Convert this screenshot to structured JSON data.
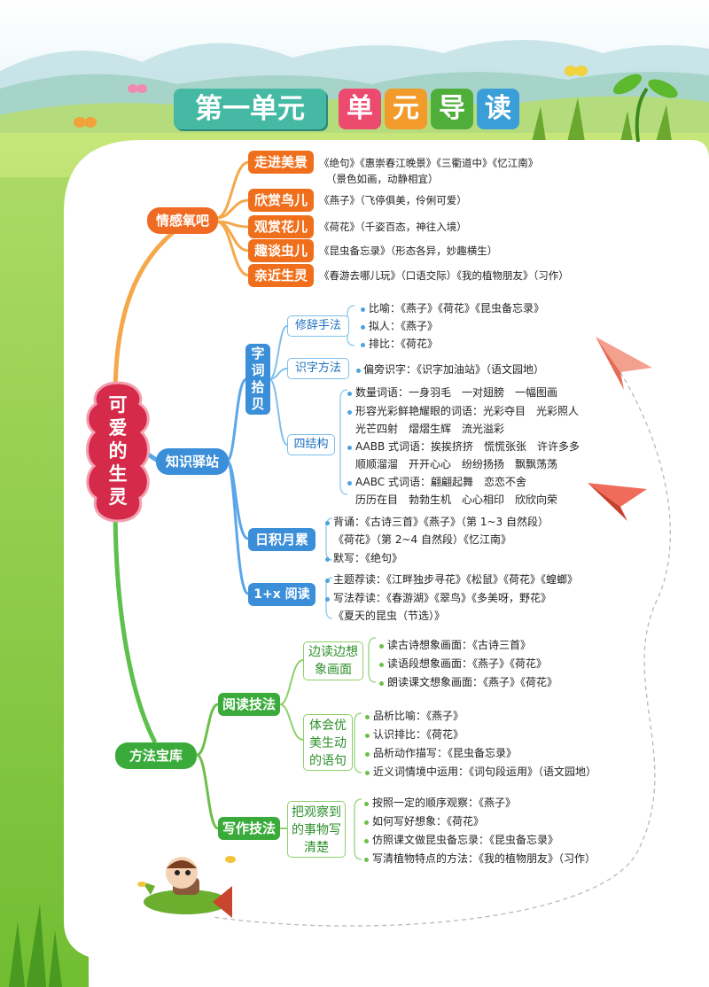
{
  "header": {
    "unit": "第一单元",
    "guide_chars": [
      "单",
      "元",
      "导",
      "读"
    ]
  },
  "root": {
    "label": "可爱的生灵"
  },
  "colors": {
    "orange": "#f06f1c",
    "blue": "#3b8ed8",
    "green": "#3aab3a",
    "root_red": "#d62a4a",
    "bullet_blue": "#4da3e0",
    "bullet_green": "#6cc04a"
  },
  "emotion": {
    "label": "情感氧吧",
    "items": [
      {
        "label": "走进美景",
        "text": "《绝句》《惠崇春江晚景》《三衢道中》《忆江南》",
        "text2": "（景色如画，动静相宜）"
      },
      {
        "label": "欣赏鸟儿",
        "text": "《燕子》（飞停俱美，伶俐可爱）"
      },
      {
        "label": "观赏花儿",
        "text": "《荷花》（千姿百态，神往入境）"
      },
      {
        "label": "趣谈虫儿",
        "text": "《昆虫备忘录》（形态各异，妙趣横生）"
      },
      {
        "label": "亲近生灵",
        "text": "《春游去哪儿玩》（口语交际）《我的植物朋友》（习作）"
      }
    ]
  },
  "knowledge": {
    "label": "知识驿站",
    "ziciu": {
      "label": "字词拾贝"
    },
    "rhetoric": {
      "label": "修辞手法",
      "items": [
        "比喻：《燕子》《荷花》《昆虫备忘录》",
        "拟人：《燕子》",
        "排比：《荷花》"
      ]
    },
    "recognize": {
      "label": "识字方法",
      "item": "偏旁识字：《识字加油站》（语文园地）"
    },
    "structure": {
      "label": "四结构",
      "lines": [
        "数量词语：一身羽毛　一对翅膀　一幅图画",
        "形容光彩鲜艳耀眼的词语：光彩夺目　光彩照人",
        "光芒四射　熠熠生辉　流光溢彩",
        "AABB 式词语：挨挨挤挤　慌慌张张　许许多多",
        "顺顺溜溜　开开心心　纷纷扬扬　飘飘荡荡",
        "AABC 式词语：翩翩起舞　恋恋不舍",
        "历历在目　勃勃生机　心心相印　欣欣向荣"
      ]
    },
    "daily": {
      "label": "日积月累",
      "lines": [
        "背诵：《古诗三首》《燕子》（第 1~3 自然段）",
        "《荷花》（第 2~4 自然段）《忆江南》",
        "默写：《绝句》"
      ]
    },
    "reading": {
      "label": "1+x 阅读",
      "lines": [
        "主题荐读：《江畔独步寻花》《松鼠》《荷花》《蝗螂》",
        "写法荐读：《春游湖》《翠鸟》《多美呀，野花》",
        "《夏天的昆虫（节选）》"
      ]
    }
  },
  "methods": {
    "label": "方法宝库",
    "reading_skill": {
      "label": "阅读技法",
      "imagine": {
        "label": "边读边想象画面",
        "items": [
          "读古诗想象画面：《古诗三首》",
          "读语段想象画面：《燕子》《荷花》",
          "朗读课文想象画面：《燕子》《荷花》"
        ]
      },
      "feel": {
        "label": "体会优美生动的语句",
        "items": [
          "品析比喻：《燕子》",
          "认识排比：《荷花》",
          "品析动作描写：《昆虫备忘录》",
          "近义词情境中运用：《词句段运用》（语文园地）"
        ]
      }
    },
    "writing_skill": {
      "label": "写作技法",
      "observe": {
        "label": "把观察到的事物写清楚",
        "items": [
          "按照一定的顺序观察：《燕子》",
          "如何写好想象：《荷花》",
          "仿照课文做昆虫备忘录：《昆虫备忘录》",
          "写清植物特点的方法：《我的植物朋友》（习作）"
        ]
      }
    }
  }
}
